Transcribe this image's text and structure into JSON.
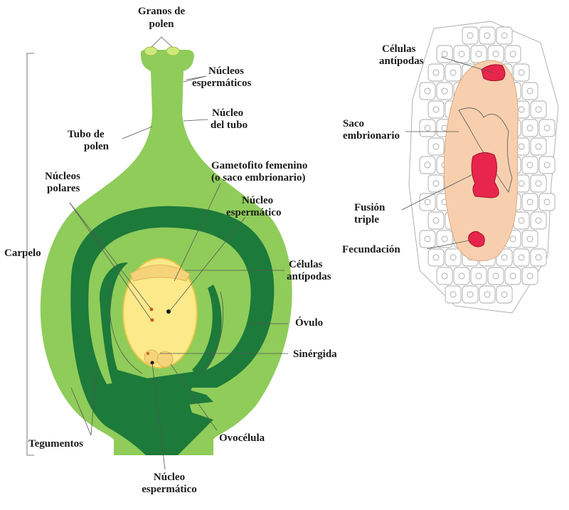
{
  "labels": {
    "granos_polen": [
      "Granos de",
      "polen"
    ],
    "nucleos_espermaticos_top": [
      "Núcleos",
      "espermáticos"
    ],
    "nucleo_tubo": [
      "Núcleo",
      "del tubo"
    ],
    "tubo_polen": [
      "Tubo de",
      "polen"
    ],
    "gametofito": [
      "Gametofito femenino",
      "(o saco embrionario)"
    ],
    "nucleos_polares": [
      "Núcleos",
      "polares"
    ],
    "nucleo_espermatico_mid": [
      "Núcleo",
      "espermático"
    ],
    "carpelo": "Carpelo",
    "celulas_antipodas_left": [
      "Células",
      "antípodas"
    ],
    "ovulo": "Óvulo",
    "sinergida": "Sinérgida",
    "tegumentos": "Tegumentos",
    "ovocelula": "Ovocélula",
    "nucleo_espermatico_bottom": [
      "Núcleo",
      "espermático"
    ],
    "celulas_antipodas_right": [
      "Células",
      "antípodas"
    ],
    "saco_embrionario": [
      "Saco",
      "embrionario"
    ],
    "fusion_triple": [
      "Fusión",
      "triple"
    ],
    "fecundacion": "Fecundación"
  },
  "colors": {
    "light_green": "#8fcc5a",
    "dark_green": "#1c7a3a",
    "yellow": "#fbe98a",
    "peach": "#f7cfae",
    "red": "#e8254c"
  }
}
